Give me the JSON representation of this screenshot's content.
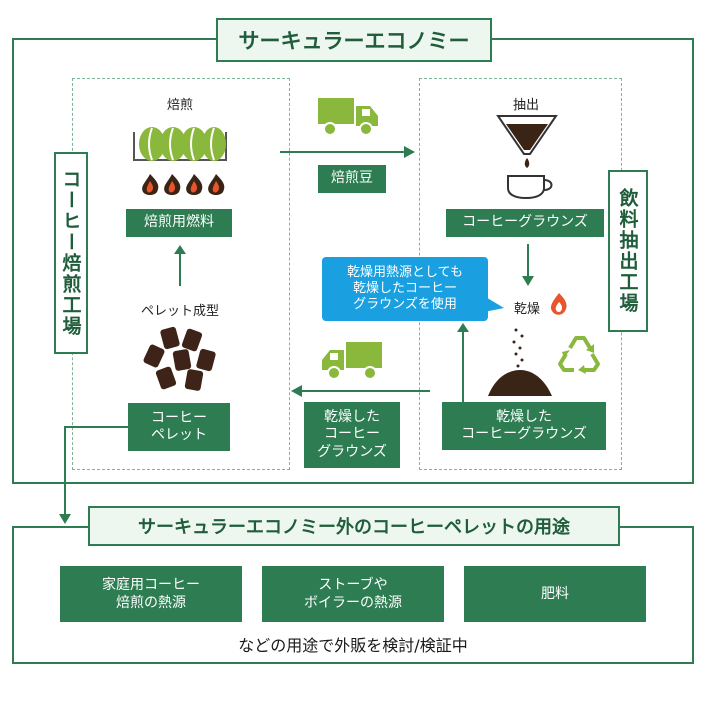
{
  "top_title": "サーキュラーエコノミー",
  "left_factory": "コーヒー焙煎工場",
  "right_factory": "飲料抽出工場",
  "left": {
    "roast_label": "焙煎",
    "fuel_box": "焙煎用燃料",
    "pellet_forming_label": "ペレット成型",
    "pellet_box": "コーヒー\nペレット"
  },
  "middle": {
    "beans_box": "焙煎豆",
    "dried_box": "乾燥した\nコーヒー\nグラウンズ"
  },
  "right": {
    "extract_label": "抽出",
    "grounds_box": "コーヒーグラウンズ",
    "dry_label": "乾燥",
    "dried_grounds_box": "乾燥した\nコーヒーグラウンズ",
    "callout": "乾燥用熱源としても\n乾燥したコーヒー\nグラウンズを使用"
  },
  "bottom": {
    "title": "サーキュラーエコノミー外のコーヒーペレットの用途",
    "uses": [
      "家庭用コーヒー\n焙煎の熱源",
      "ストーブや\nボイラーの熱源",
      "肥料"
    ],
    "note": "などの用途で外販を検討/検証中"
  },
  "colors": {
    "accent": "#2e7d52",
    "light": "#edf6ef",
    "callout": "#1aa0e0",
    "flame": "#e8552c"
  }
}
